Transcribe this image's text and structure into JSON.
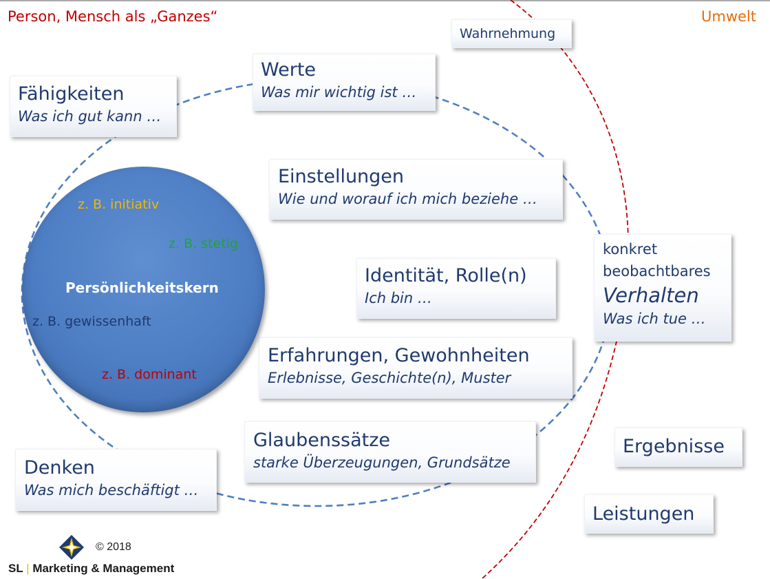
{
  "header": {
    "left_title": "Person, Mensch als „Ganzes“",
    "right_title": "Umwelt"
  },
  "boxes": {
    "wahrnehmung": {
      "label": "Wahrnehmung"
    },
    "faehigkeiten": {
      "title": "Fähigkeiten",
      "subtitle": "Was ich gut kann …"
    },
    "werte": {
      "title": "Werte",
      "subtitle": "Was mir wichtig ist …"
    },
    "einstellungen": {
      "title": "Einstellungen",
      "subtitle": "Wie und worauf ich mich beziehe …"
    },
    "identitaet": {
      "title": "Identität, Rolle(n)",
      "subtitle": "Ich bin …"
    },
    "erfahrungen": {
      "title": "Erfahrungen, Gewohnheiten",
      "subtitle": "Erlebnisse, Geschichte(n), Muster"
    },
    "glaubenssaetze": {
      "title": "Glaubenssätze",
      "subtitle": "starke Überzeugungen, Grundsätze"
    },
    "denken": {
      "title": "Denken",
      "subtitle": "Was mich beschäftigt …"
    },
    "verhalten": {
      "line1": "konkret",
      "line2": "beobachtbares",
      "title": "Verhalten",
      "subtitle": "Was ich tue …"
    },
    "ergebnisse": {
      "title": "Ergebnisse"
    },
    "leistungen": {
      "title": "Leistungen"
    }
  },
  "core": {
    "title": "Persönlichkeitskern",
    "traits": [
      {
        "text": "z. B. initiativ",
        "color": "#f2b705"
      },
      {
        "text": "z. B. stetig",
        "color": "#1ea33c"
      },
      {
        "text": "z. B. gewissenhaft",
        "color": "#1f3a6e"
      },
      {
        "text": "z. B. dominant",
        "color": "#c00000"
      }
    ]
  },
  "footer": {
    "copyright": "© 2018",
    "company_sl": "SL",
    "company_separator": "|",
    "company_name": "Marketing & Management"
  },
  "colors": {
    "text_blue": "#1f3a6e",
    "dashed_blue": "#4f7fc0",
    "dashed_red": "#c00000",
    "left_title": "#c00000",
    "right_title": "#e46c0a",
    "logo_star": "#f2c200",
    "logo_diamond": "#1f3a6e"
  }
}
